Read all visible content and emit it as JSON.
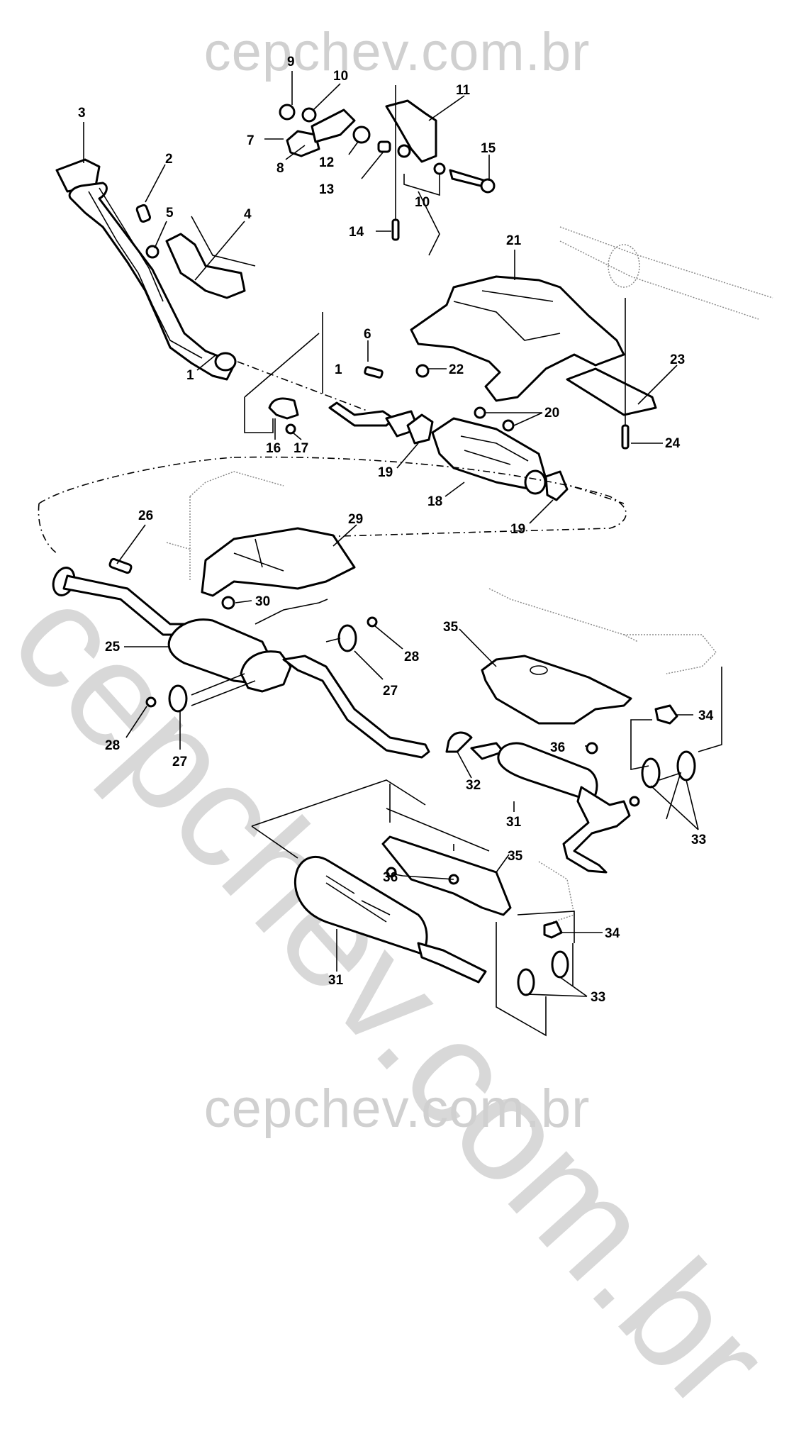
{
  "watermark": {
    "top": "cepchev.com.br",
    "bottom": "cepchev.com.br",
    "diagonal": "cepchev.com.br"
  },
  "diagram": {
    "title": "Exhaust system exploded parts diagram",
    "callouts": [
      {
        "id": "c1a",
        "label": "1",
        "part": "front exhaust pipe"
      },
      {
        "id": "c1b",
        "label": "1",
        "part": "front exhaust pipe (rear end)"
      },
      {
        "id": "c2",
        "label": "2",
        "part": "bolt"
      },
      {
        "id": "c3",
        "label": "3",
        "part": "manifold gasket/flange"
      },
      {
        "id": "c4",
        "label": "4",
        "part": "heat shield bracket"
      },
      {
        "id": "c5",
        "label": "5",
        "part": "nut"
      },
      {
        "id": "c6",
        "label": "6",
        "part": "bolt"
      },
      {
        "id": "c7",
        "label": "7",
        "part": "clamp"
      },
      {
        "id": "c8",
        "label": "8",
        "part": "stud"
      },
      {
        "id": "c9",
        "label": "9",
        "part": "nut"
      },
      {
        "id": "c10a",
        "label": "10",
        "part": "washer"
      },
      {
        "id": "c10b",
        "label": "10",
        "part": "washers"
      },
      {
        "id": "c11",
        "label": "11",
        "part": "support bracket"
      },
      {
        "id": "c12",
        "label": "12",
        "part": "bushing"
      },
      {
        "id": "c13",
        "label": "13",
        "part": "sleeve"
      },
      {
        "id": "c14",
        "label": "14",
        "part": "bolt"
      },
      {
        "id": "c15",
        "label": "15",
        "part": "bolt"
      },
      {
        "id": "c16",
        "label": "16",
        "part": "clamp"
      },
      {
        "id": "c17",
        "label": "17",
        "part": "nut"
      },
      {
        "id": "c18",
        "label": "18",
        "part": "catalytic converter"
      },
      {
        "id": "c19a",
        "label": "19",
        "part": "gasket"
      },
      {
        "id": "c19b",
        "label": "19",
        "part": "gasket"
      },
      {
        "id": "c20",
        "label": "20",
        "part": "nuts"
      },
      {
        "id": "c21",
        "label": "21",
        "part": "heat shield"
      },
      {
        "id": "c22",
        "label": "22",
        "part": "nut"
      },
      {
        "id": "c23",
        "label": "23",
        "part": "heat shield"
      },
      {
        "id": "c24",
        "label": "24",
        "part": "bolt"
      },
      {
        "id": "c25",
        "label": "25",
        "part": "intermediate pipe with muffler"
      },
      {
        "id": "c26",
        "label": "26",
        "part": "bolt"
      },
      {
        "id": "c27a",
        "label": "27",
        "part": "rubber hanger"
      },
      {
        "id": "c27b",
        "label": "27",
        "part": "rubber hanger"
      },
      {
        "id": "c28a",
        "label": "28",
        "part": "washer"
      },
      {
        "id": "c28b",
        "label": "28",
        "part": "washer"
      },
      {
        "id": "c29",
        "label": "29",
        "part": "heat shield"
      },
      {
        "id": "c30",
        "label": "30",
        "part": "nut"
      },
      {
        "id": "c31a",
        "label": "31",
        "part": "rear muffler"
      },
      {
        "id": "c31b",
        "label": "31",
        "part": "rear muffler (variant)"
      },
      {
        "id": "c32",
        "label": "32",
        "part": "gasket/clamp"
      },
      {
        "id": "c33a",
        "label": "33",
        "part": "rubber hangers"
      },
      {
        "id": "c33b",
        "label": "33",
        "part": "rubber hangers"
      },
      {
        "id": "c34a",
        "label": "34",
        "part": "hanger bracket"
      },
      {
        "id": "c34b",
        "label": "34",
        "part": "hanger bracket"
      },
      {
        "id": "c35a",
        "label": "35",
        "part": "rear heat shield"
      },
      {
        "id": "c35b",
        "label": "35",
        "part": "rear heat shield"
      },
      {
        "id": "c36a",
        "label": "36",
        "part": "nut"
      },
      {
        "id": "c36b",
        "label": "36",
        "part": "nuts"
      }
    ]
  }
}
